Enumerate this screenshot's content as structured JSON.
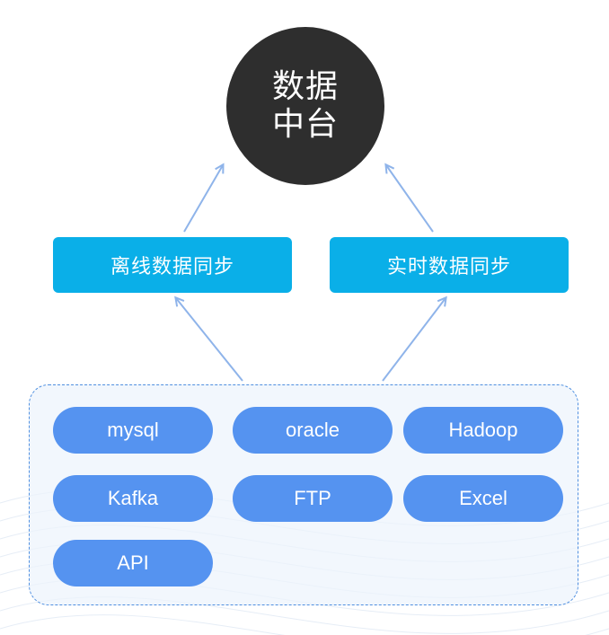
{
  "hub": {
    "line1": "数据",
    "line2": "中台"
  },
  "sync": {
    "offline": "离线数据同步",
    "realtime": "实时数据同步"
  },
  "sources": [
    "mysql",
    "oracle",
    "Hadoop",
    "Kafka",
    "FTP",
    "Excel",
    "API"
  ],
  "colors": {
    "hub": "#2e2e2e",
    "sync_box": "#0aafe8",
    "source_pill": "#5593f0",
    "panel_border": "#4f8fe0",
    "arrow": "#8fb4ea"
  }
}
